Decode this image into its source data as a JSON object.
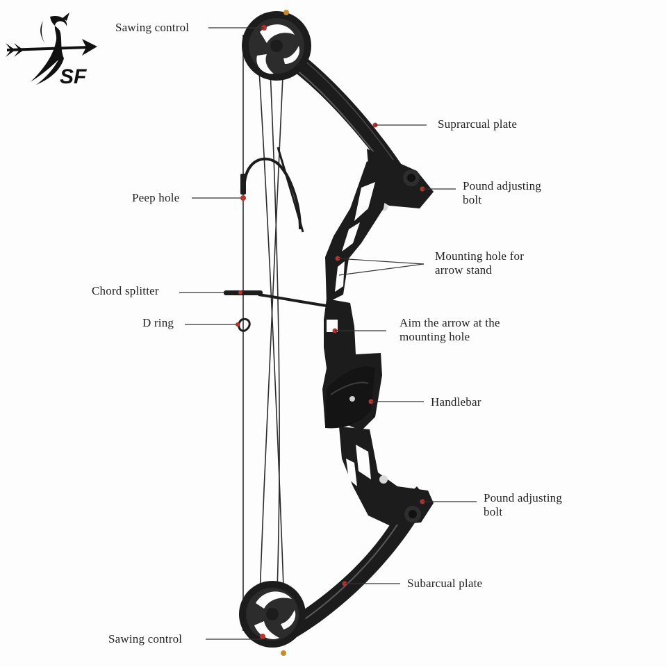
{
  "brand": {
    "logo_text": "SF",
    "logo_icon": "arrow-archer-logo-icon"
  },
  "colors": {
    "ink": "#1c1c1c",
    "accent": "#b8322e",
    "string": "#2a2a2a",
    "leader": "#333333",
    "logo": "#111111"
  },
  "labels": {
    "sawing_control_top": "Sawing control",
    "suprarcual_plate": "Suprarcual plate",
    "pound_bolt_top_1": "Pound adjusting",
    "pound_bolt_top_2": "bolt",
    "peep_hole": "Peep hole",
    "mounting_hole_1": "Mounting hole for",
    "mounting_hole_2": "arrow stand",
    "chord_splitter": "Chord splitter",
    "d_ring": "D ring",
    "aim_arrow_1": "Aim the arrow at the",
    "aim_arrow_2": "mounting hole",
    "handlebar": "Handlebar",
    "pound_bolt_bottom_1": "Pound adjusting",
    "pound_bolt_bottom_2": "bolt",
    "subarcual_plate": "Subarcual plate",
    "sawing_control_bottom": "Sawing control"
  },
  "parts": {
    "top_cam": "cam-wheel-icon",
    "bottom_cam": "cam-wheel-icon",
    "riser": "bow-riser",
    "peep": "peep-sight-icon",
    "d_loop": "d-ring-icon"
  }
}
